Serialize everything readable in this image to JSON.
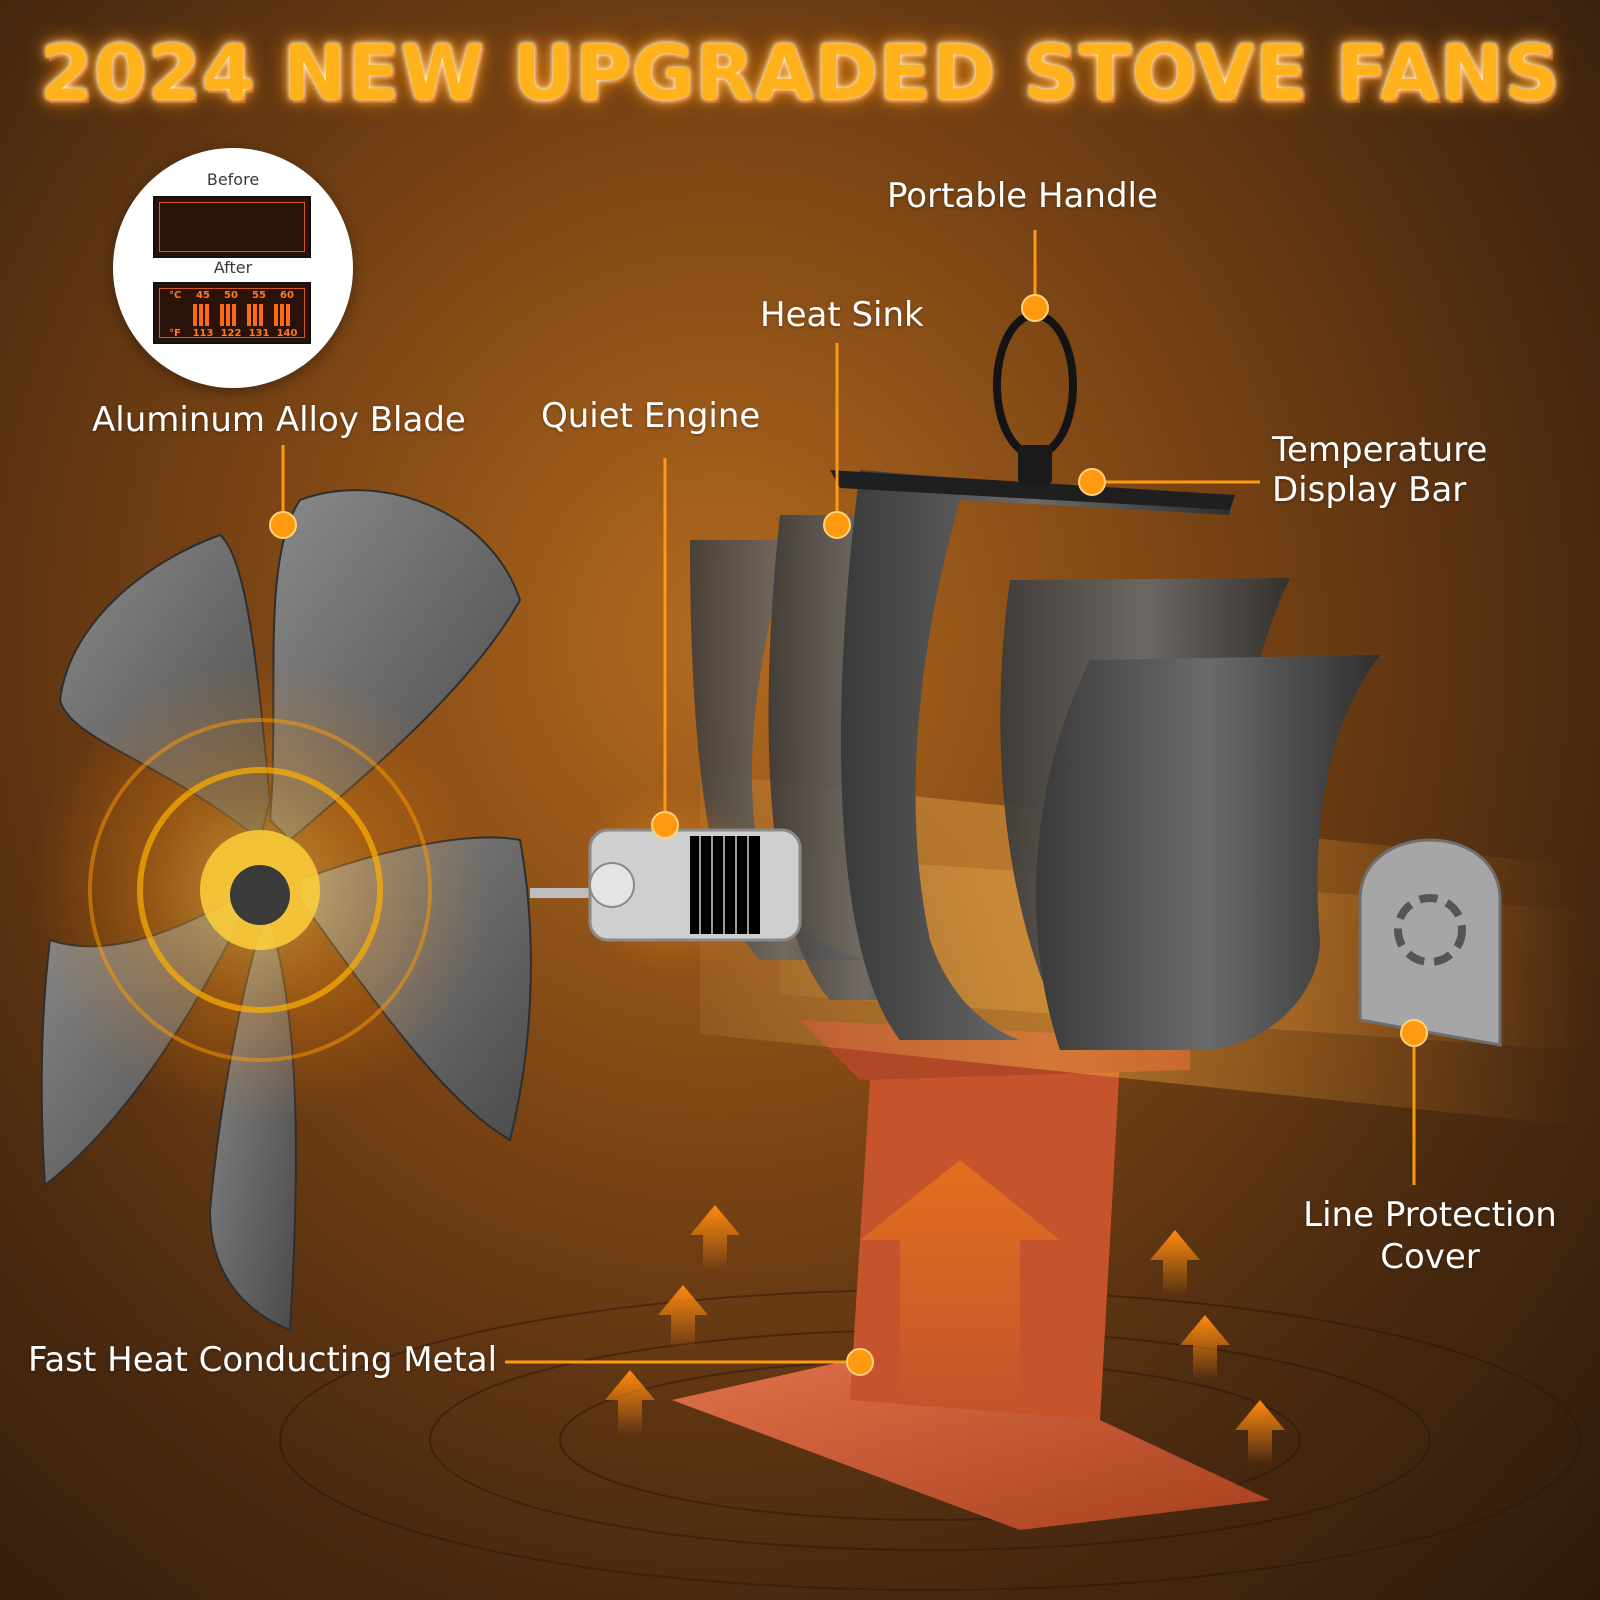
{
  "title": "2024 NEW UPGRADED STOVE FANS",
  "badge": {
    "before_label": "Before",
    "after_label": "After",
    "unit_c": "°C",
    "unit_f": "°F",
    "celsius": [
      "45",
      "50",
      "55",
      "60"
    ],
    "fahrenheit": [
      "113",
      "122",
      "131",
      "140"
    ]
  },
  "labels": {
    "portable_handle": "Portable Handle",
    "heat_sink": "Heat Sink",
    "aluminum_blade": "Aluminum Alloy Blade",
    "quiet_engine": "Quiet Engine",
    "temperature_line1": "Temperature",
    "temperature_line2": "Display Bar",
    "line_protection_line1": "Line Protection",
    "line_protection_line2": "Cover",
    "fast_heat": "Fast Heat Conducting Metal"
  },
  "colors": {
    "accent_orange": "#ff8c00",
    "title_orange": "#ffb21c",
    "copper": "#c8552e",
    "fan_gray": "#5f5f5f",
    "label_white": "#ffffff"
  },
  "icons": [
    "stove-fan-product",
    "fan-blade",
    "motor",
    "heat-sink-fins",
    "handle-ring",
    "cover-plate",
    "up-arrow"
  ]
}
